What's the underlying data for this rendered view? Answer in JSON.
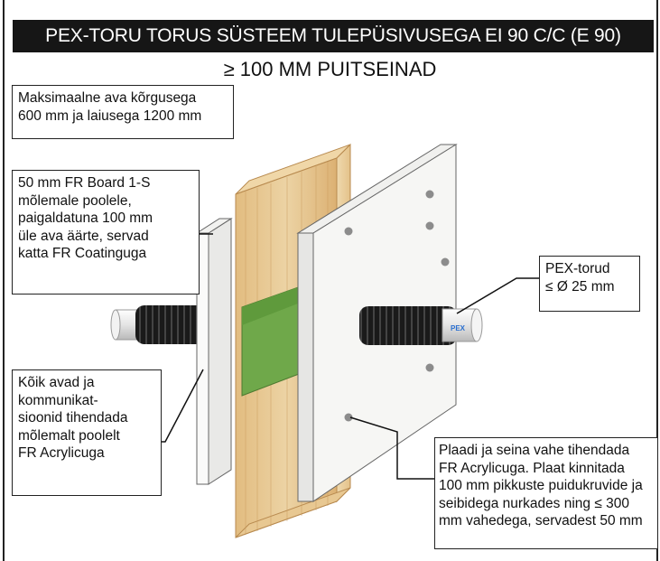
{
  "title": "PEX-TORU TORUS SÜSTEEM TULEPÜSIVUSEGA EI 90 C/C (E 90)",
  "subtitle": "≥ 100 MM PUITSEINAD",
  "callouts": {
    "opening": "Maksimaalne ava kõrgusega\n600 mm ja laiusega 1200 mm",
    "board": "50 mm FR Board 1-S\nmõlemale poolele,\npaigaldatuna 100 mm\nüle ava äärte, servad\nkatta FR Coatinguga",
    "pipes": "PEX-torud\n≤ Ø 25 mm",
    "seal": "Kõik avad ja\nkommunikat-\nsioonid tihendada\nmõlemalt poolelt\nFR Acrylicuga",
    "gap": "Plaadi ja seina vahe tihendada\nFR Acrylicuga. Plaat kinnitada\n100 mm pikkuste puidukruvide ja\nseibidega nurkades ning ≤ 300\nmm vahedega, servadest 50 mm"
  },
  "pipe_label": "PEX",
  "colors": {
    "banner_bg": "#161616",
    "wood": "#e6c58f",
    "wood_dark": "#cfa56a",
    "board": "#f4f4f2",
    "insulation": "#6fa84a",
    "pipe_sleeve": "#1a1a1a",
    "pipe": "#e4e4e4"
  }
}
